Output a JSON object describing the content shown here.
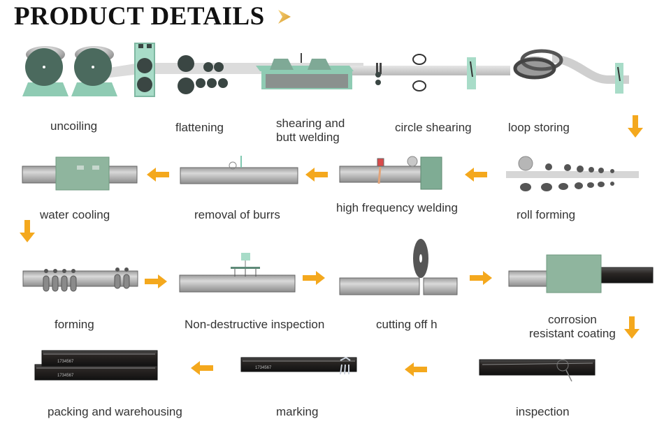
{
  "header": {
    "title": "PRODUCT DETAILS",
    "title_icon": "chevron-right-icon"
  },
  "colors": {
    "accent_orange": "#f4a81d",
    "machine_green": "#8fc0a8",
    "machine_green_light": "#a8dcc8",
    "roller_dark": "#3f4d48",
    "steel_gray": "#b9b9b9",
    "coated_black": "#2a2624",
    "text": "#333333"
  },
  "process": {
    "row1": [
      {
        "step": "uncoiling"
      },
      {
        "step": "flattening"
      },
      {
        "step": "shearing and",
        "step_line2": "butt welding"
      },
      {
        "step": "circle shearing"
      },
      {
        "step": "loop storing"
      }
    ],
    "row2": [
      {
        "step": "water cooling"
      },
      {
        "step": "removal of burrs"
      },
      {
        "step": "high frequency welding"
      },
      {
        "step": "roll forming"
      }
    ],
    "row3": [
      {
        "step": "forming"
      },
      {
        "step": "Non-destructive inspection"
      },
      {
        "step": "cutting off h"
      },
      {
        "step": "corrosion",
        "step_line2": "resistant coating"
      }
    ],
    "row4": [
      {
        "step": "packing and warehousing"
      },
      {
        "step": "marking"
      },
      {
        "step": "inspection"
      }
    ]
  },
  "tube_marking_text": "1734567",
  "flow_arrows": {
    "row1_to_row2": "arrow-down-icon",
    "row2": "arrow-left-icon",
    "row2_to_row3": "arrow-down-icon",
    "row3": "arrow-right-icon",
    "row3_to_row4": "arrow-down-icon",
    "row4": "arrow-left-icon"
  }
}
